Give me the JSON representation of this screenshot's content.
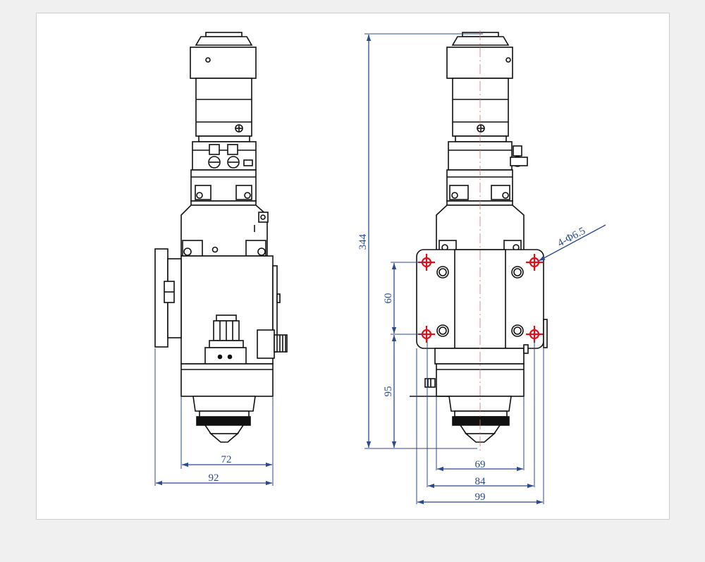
{
  "colors": {
    "outline": "#111111",
    "dimension": "#2b4a8f",
    "hole_marker": "#e0101a",
    "centerline": "#d07070"
  },
  "left_view": {
    "dimensions": {
      "width_inner": "72",
      "width_outer": "92"
    }
  },
  "right_view": {
    "dimensions": {
      "total_height": "344",
      "hole_pitch_vertical": "60",
      "lower_height": "95",
      "width_69": "69",
      "width_84": "84",
      "width_99": "99",
      "hole_callout": "4-Φ6.5"
    }
  }
}
